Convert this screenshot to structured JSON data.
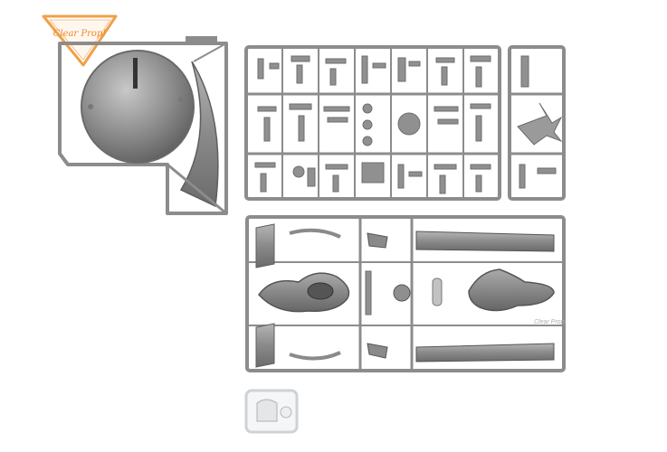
{
  "brand": {
    "logo_text": "Clear Prop!",
    "sprue_tag_text": "Clear Prop!",
    "accent_color": "#f0a04a"
  },
  "scene": {
    "background_color": "#ffffff",
    "plastic_color": "#8c8c8c",
    "clear_part_color": "#e8eaec"
  },
  "sprues": [
    {
      "id": "A",
      "description_icon": "canopy-and-fin-sprue"
    },
    {
      "id": "B",
      "description_icon": "small-parts-sprue"
    },
    {
      "id": "C",
      "description_icon": "tail-sprue"
    },
    {
      "id": "D",
      "description_icon": "fuselage-and-wing-sprue"
    },
    {
      "id": "E",
      "description_icon": "clear-parts-sprue"
    }
  ]
}
